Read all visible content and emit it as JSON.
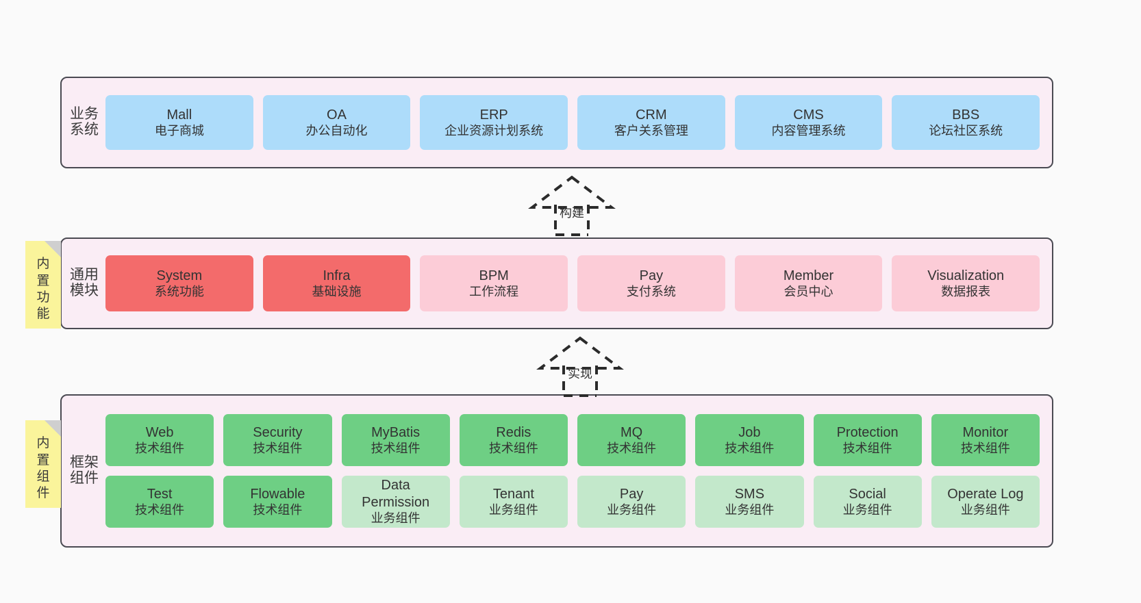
{
  "diagram": {
    "background": "#FAFAFA",
    "panel_fill": "#FAEDF5",
    "panel_border": "#4A4A52"
  },
  "layers": [
    {
      "id": "business-systems",
      "title": "业务系统",
      "node_color": "#ADDCFA",
      "rows": [
        [
          {
            "name": "Mall",
            "desc": "电子商城",
            "style": "blue"
          },
          {
            "name": "OA",
            "desc": "办公自动化",
            "style": "blue"
          },
          {
            "name": "ERP",
            "desc": "企业资源计划系统",
            "style": "blue"
          },
          {
            "name": "CRM",
            "desc": "客户关系管理",
            "style": "blue"
          },
          {
            "name": "CMS",
            "desc": "内容管理系统",
            "style": "blue"
          },
          {
            "name": "BBS",
            "desc": "论坛社区系统",
            "style": "blue"
          }
        ]
      ]
    },
    {
      "id": "common-modules",
      "title": "通用模块",
      "sticky": "内置功能",
      "node_color": "#F36B6B",
      "node_color_alt": "#FCCCD7",
      "rows": [
        [
          {
            "name": "System",
            "desc": "系统功能",
            "style": "red"
          },
          {
            "name": "Infra",
            "desc": "基础设施",
            "style": "red"
          },
          {
            "name": "BPM",
            "desc": "工作流程",
            "style": "pink"
          },
          {
            "name": "Pay",
            "desc": "支付系统",
            "style": "pink"
          },
          {
            "name": "Member",
            "desc": "会员中心",
            "style": "pink"
          },
          {
            "name": "Visualization",
            "desc": "数据报表",
            "style": "pink"
          }
        ]
      ]
    },
    {
      "id": "framework-components",
      "title": "框架组件",
      "sticky": "内置组件",
      "node_color": "#6ECF84",
      "node_color_alt": "#C3E8CB",
      "rows": [
        [
          {
            "name": "Web",
            "desc": "技术组件",
            "style": "green"
          },
          {
            "name": "Security",
            "desc": "技术组件",
            "style": "green"
          },
          {
            "name": "MyBatis",
            "desc": "技术组件",
            "style": "green"
          },
          {
            "name": "Redis",
            "desc": "技术组件",
            "style": "green"
          },
          {
            "name": "MQ",
            "desc": "技术组件",
            "style": "green"
          },
          {
            "name": "Job",
            "desc": "技术组件",
            "style": "green"
          },
          {
            "name": "Protection",
            "desc": "技术组件",
            "style": "green"
          },
          {
            "name": "Monitor",
            "desc": "技术组件",
            "style": "green"
          }
        ],
        [
          {
            "name": "Test",
            "desc": "技术组件",
            "style": "green"
          },
          {
            "name": "Flowable",
            "desc": "技术组件",
            "style": "green"
          },
          {
            "name": "Data Permission",
            "desc": "业务组件",
            "style": "lgreen"
          },
          {
            "name": "Tenant",
            "desc": "业务组件",
            "style": "lgreen"
          },
          {
            "name": "Pay",
            "desc": "业务组件",
            "style": "lgreen"
          },
          {
            "name": "SMS",
            "desc": "业务组件",
            "style": "lgreen"
          },
          {
            "name": "Social",
            "desc": "业务组件",
            "style": "lgreen"
          },
          {
            "name": "Operate Log",
            "desc": "业务组件",
            "style": "lgreen"
          }
        ]
      ]
    }
  ],
  "connectors": [
    {
      "id": "build",
      "label": "构建",
      "from": "common-modules",
      "to": "business-systems"
    },
    {
      "id": "implement",
      "label": "实现",
      "from": "framework-components",
      "to": "common-modules"
    }
  ]
}
